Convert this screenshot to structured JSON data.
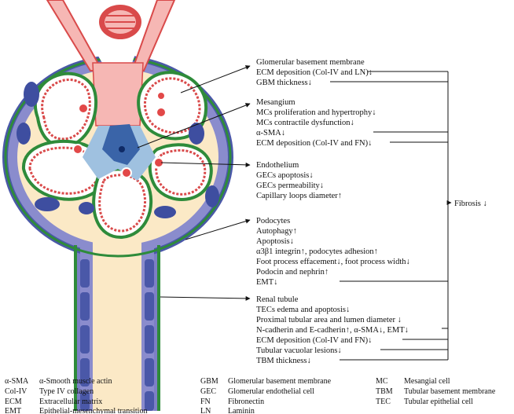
{
  "sections": [
    {
      "id": "gbm",
      "heading": "Glomerular basement membrane",
      "items": [
        "ECM deposition (Col-IV and LN)↓",
        "GBM thickness↓"
      ]
    },
    {
      "id": "mesangium",
      "heading": "Mesangium",
      "items": [
        "MCs proliferation and hypertrophy↓",
        "MCs contractile dysfunction↓",
        "α-SMA↓",
        "ECM deposition (Col-IV and FN)↓"
      ]
    },
    {
      "id": "endothelium",
      "heading": "Endothelium",
      "items": [
        "GECs apoptosis↓",
        "GECs permeability↓",
        "Capillary loops diameter↑"
      ]
    },
    {
      "id": "podocytes",
      "heading": "Podocytes",
      "items": [
        "Autophagy↑",
        "Apoptosis↓",
        "α3β1 integrin↑, podocytes adhesion↑",
        "Foot process effacement↓, foot process width↓",
        "Podocin and nephrin↑",
        "EMT↓"
      ]
    },
    {
      "id": "tubule",
      "heading": "Renal tubule",
      "items": [
        "TECs edema and apoptosis↓",
        "Proximal tubular area and lumen diameter ↓",
        "N-cadherin and E-cadherin↑, α-SMA↓, EMT↓",
        "ECM deposition (Col-IV and FN)↓",
        "Tubular vacuolar lesions↓",
        "TBM thickness↓"
      ]
    }
  ],
  "outcome": "Fibrosis ↓",
  "abbreviations": [
    {
      "abbr": "α-SMA",
      "full": "α-Smooth muscle actin"
    },
    {
      "abbr": "Col-IV",
      "full": "Type IV collagen"
    },
    {
      "abbr": "ECM",
      "full": "Extracellular matrix"
    },
    {
      "abbr": "EMT",
      "full": "Epithelial-mesenchymal transition"
    },
    {
      "abbr": "GBM",
      "full": "Glomerular basement membrane"
    },
    {
      "abbr": "GEC",
      "full": "Glomerular endothelial cell"
    },
    {
      "abbr": "FN",
      "full": "Fibronectin"
    },
    {
      "abbr": "LN",
      "full": "Laminin"
    },
    {
      "abbr": "MC",
      "full": "Mesangial cell"
    },
    {
      "abbr": "TBM",
      "full": "Tubular basement membrane"
    },
    {
      "abbr": "TEC",
      "full": "Tubular epithelial cell"
    }
  ],
  "colors": {
    "capsule_blue": "#4a58a8",
    "epithelium_purple": "#7d7fc6",
    "space_cream": "#fbe9c6",
    "membrane_green": "#2e8b3a",
    "vessel_red": "#d94a4a",
    "vessel_pink": "#f6b7b4",
    "mesangium_blue": "#3a64a8"
  }
}
